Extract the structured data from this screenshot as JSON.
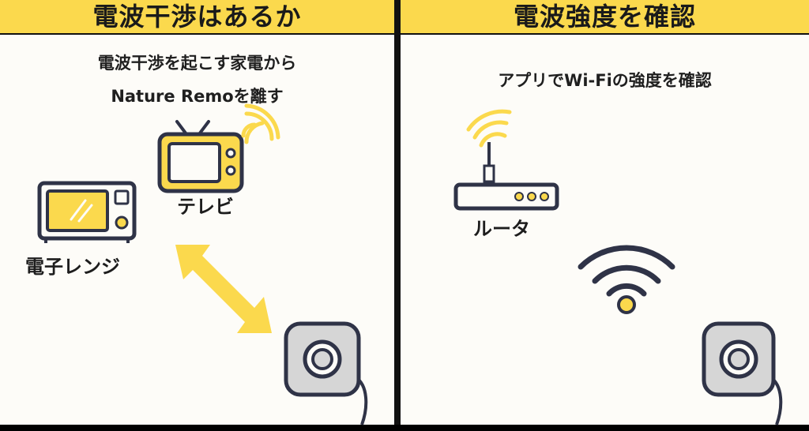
{
  "left_panel": {
    "header": "電波干渉はあるか",
    "caption_line1": "電波干渉を起こす家電から",
    "caption_line2": "Nature Remoを離す",
    "tv_label": "テレビ",
    "microwave_label": "電子レンジ"
  },
  "right_panel": {
    "header": "電波強度を確認",
    "caption": "アプリでWi-Fiの強度を確認",
    "router_label": "ルータ"
  },
  "colors": {
    "yellow": "#fbd94d",
    "outline": "#2f3347",
    "device_gray": "#d6d6d6"
  },
  "icons": [
    "tv-icon",
    "microwave-icon",
    "signal-waves-icon",
    "double-arrow-icon",
    "remo-device-icon",
    "router-icon",
    "wifi-icon"
  ]
}
